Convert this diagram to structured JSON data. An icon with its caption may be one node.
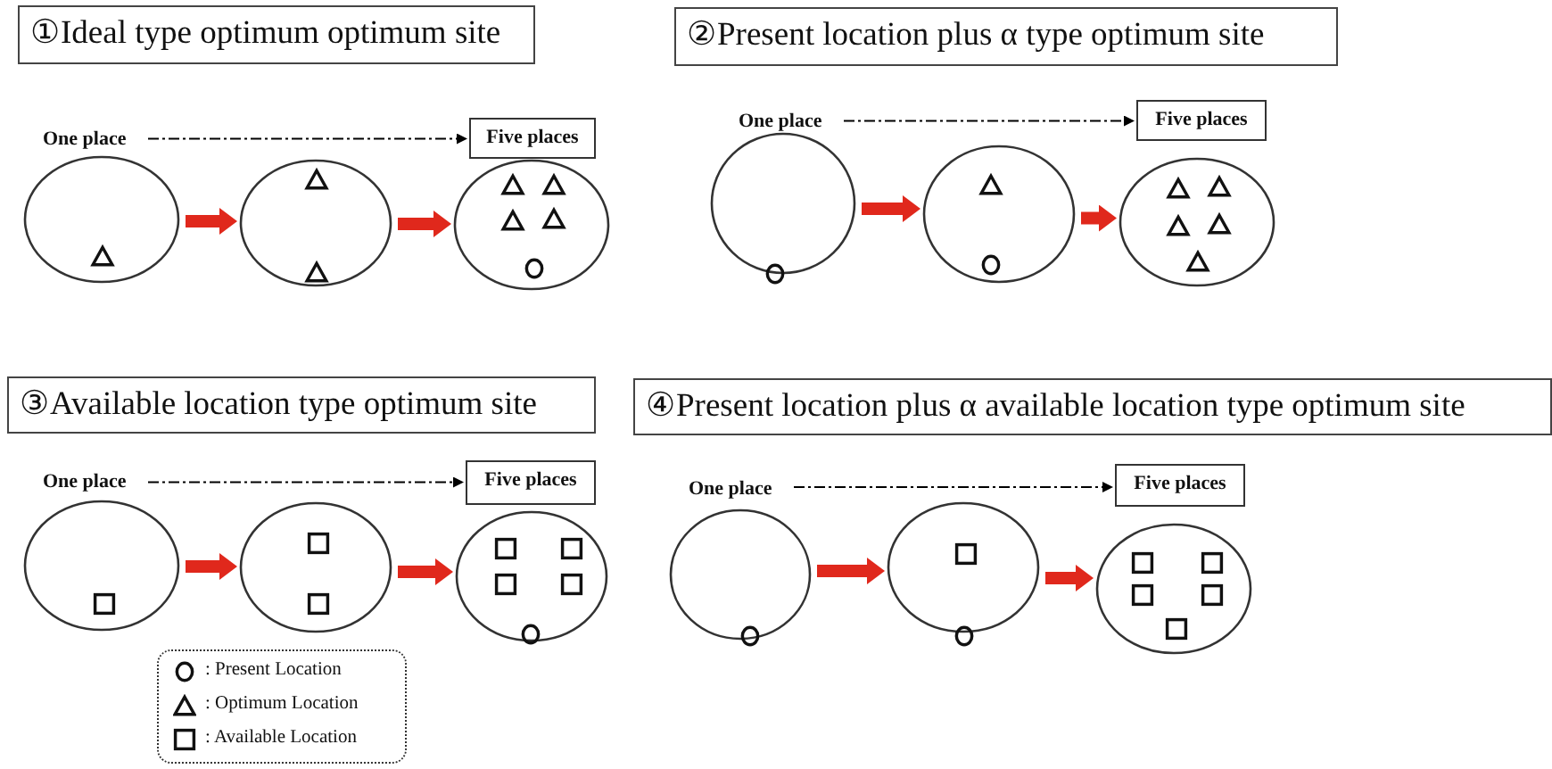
{
  "diagram": {
    "nodes": [
      {
        "text": [
          "①Ideal type optimum optimum site"
        ]
      },
      {
        "text": [
          "One place"
        ]
      },
      {
        "text": [
          "Five places"
        ]
      },
      {
        "text": [],
        "shape": "circle"
      },
      {
        "text": [],
        "shape": "circle"
      },
      {
        "text": [],
        "shape": "circle"
      },
      {
        "text": [
          "②Present location plus α type optimum site"
        ]
      },
      {
        "text": [
          "One place"
        ]
      },
      {
        "text": [
          "Five places"
        ]
      },
      {
        "text": [],
        "shape": "circle"
      },
      {
        "text": [],
        "shape": "circle"
      },
      {
        "text": [],
        "shape": "circle"
      },
      {
        "text": [
          "③Available location type optimum site"
        ]
      },
      {
        "text": [
          "One place"
        ]
      },
      {
        "text": [
          "Five places"
        ]
      },
      {
        "text": [],
        "shape": "circle"
      },
      {
        "text": [],
        "shape": "circle"
      },
      {
        "text": [],
        "shape": "circle"
      },
      {
        "text": [
          "④Present location plus α available location type optimum site"
        ]
      },
      {
        "text": [
          "One place"
        ]
      },
      {
        "text": [
          "Five places"
        ]
      },
      {
        "text": [],
        "shape": "circle"
      },
      {
        "text": [],
        "shape": "circle"
      },
      {
        "text": [],
        "shape": "circle"
      }
    ],
    "edges": [
      {
        "from": 1,
        "to": 2,
        "arrow": "to",
        "style": "dashed",
        "color": "#000000"
      },
      {
        "from": 3,
        "to": 4,
        "arrow": "to"
      },
      {
        "from": 4,
        "to": 5,
        "arrow": "to"
      },
      {
        "from": 7,
        "to": 8,
        "arrow": "to",
        "style": "dashed",
        "color": "#000000"
      },
      {
        "from": 9,
        "to": 10,
        "arrow": "to"
      },
      {
        "from": 10,
        "to": 11,
        "arrow": "to"
      },
      {
        "from": 13,
        "to": 14,
        "arrow": "to",
        "style": "dashed",
        "color": "#000000"
      },
      {
        "from": 15,
        "to": 16,
        "arrow": "to"
      },
      {
        "from": 16,
        "to": 17,
        "arrow": "to"
      },
      {
        "from": 19,
        "to": 20,
        "arrow": "to",
        "style": "dashed",
        "color": "#000000"
      },
      {
        "from": 21,
        "to": 22,
        "arrow": "to"
      },
      {
        "from": 22,
        "to": 23,
        "arrow": "to"
      }
    ],
    "legend": [
      {
        "text": ": Present Location"
      },
      {
        "text": ": Optimum Location"
      },
      {
        "text": ": Available Location"
      }
    ]
  }
}
